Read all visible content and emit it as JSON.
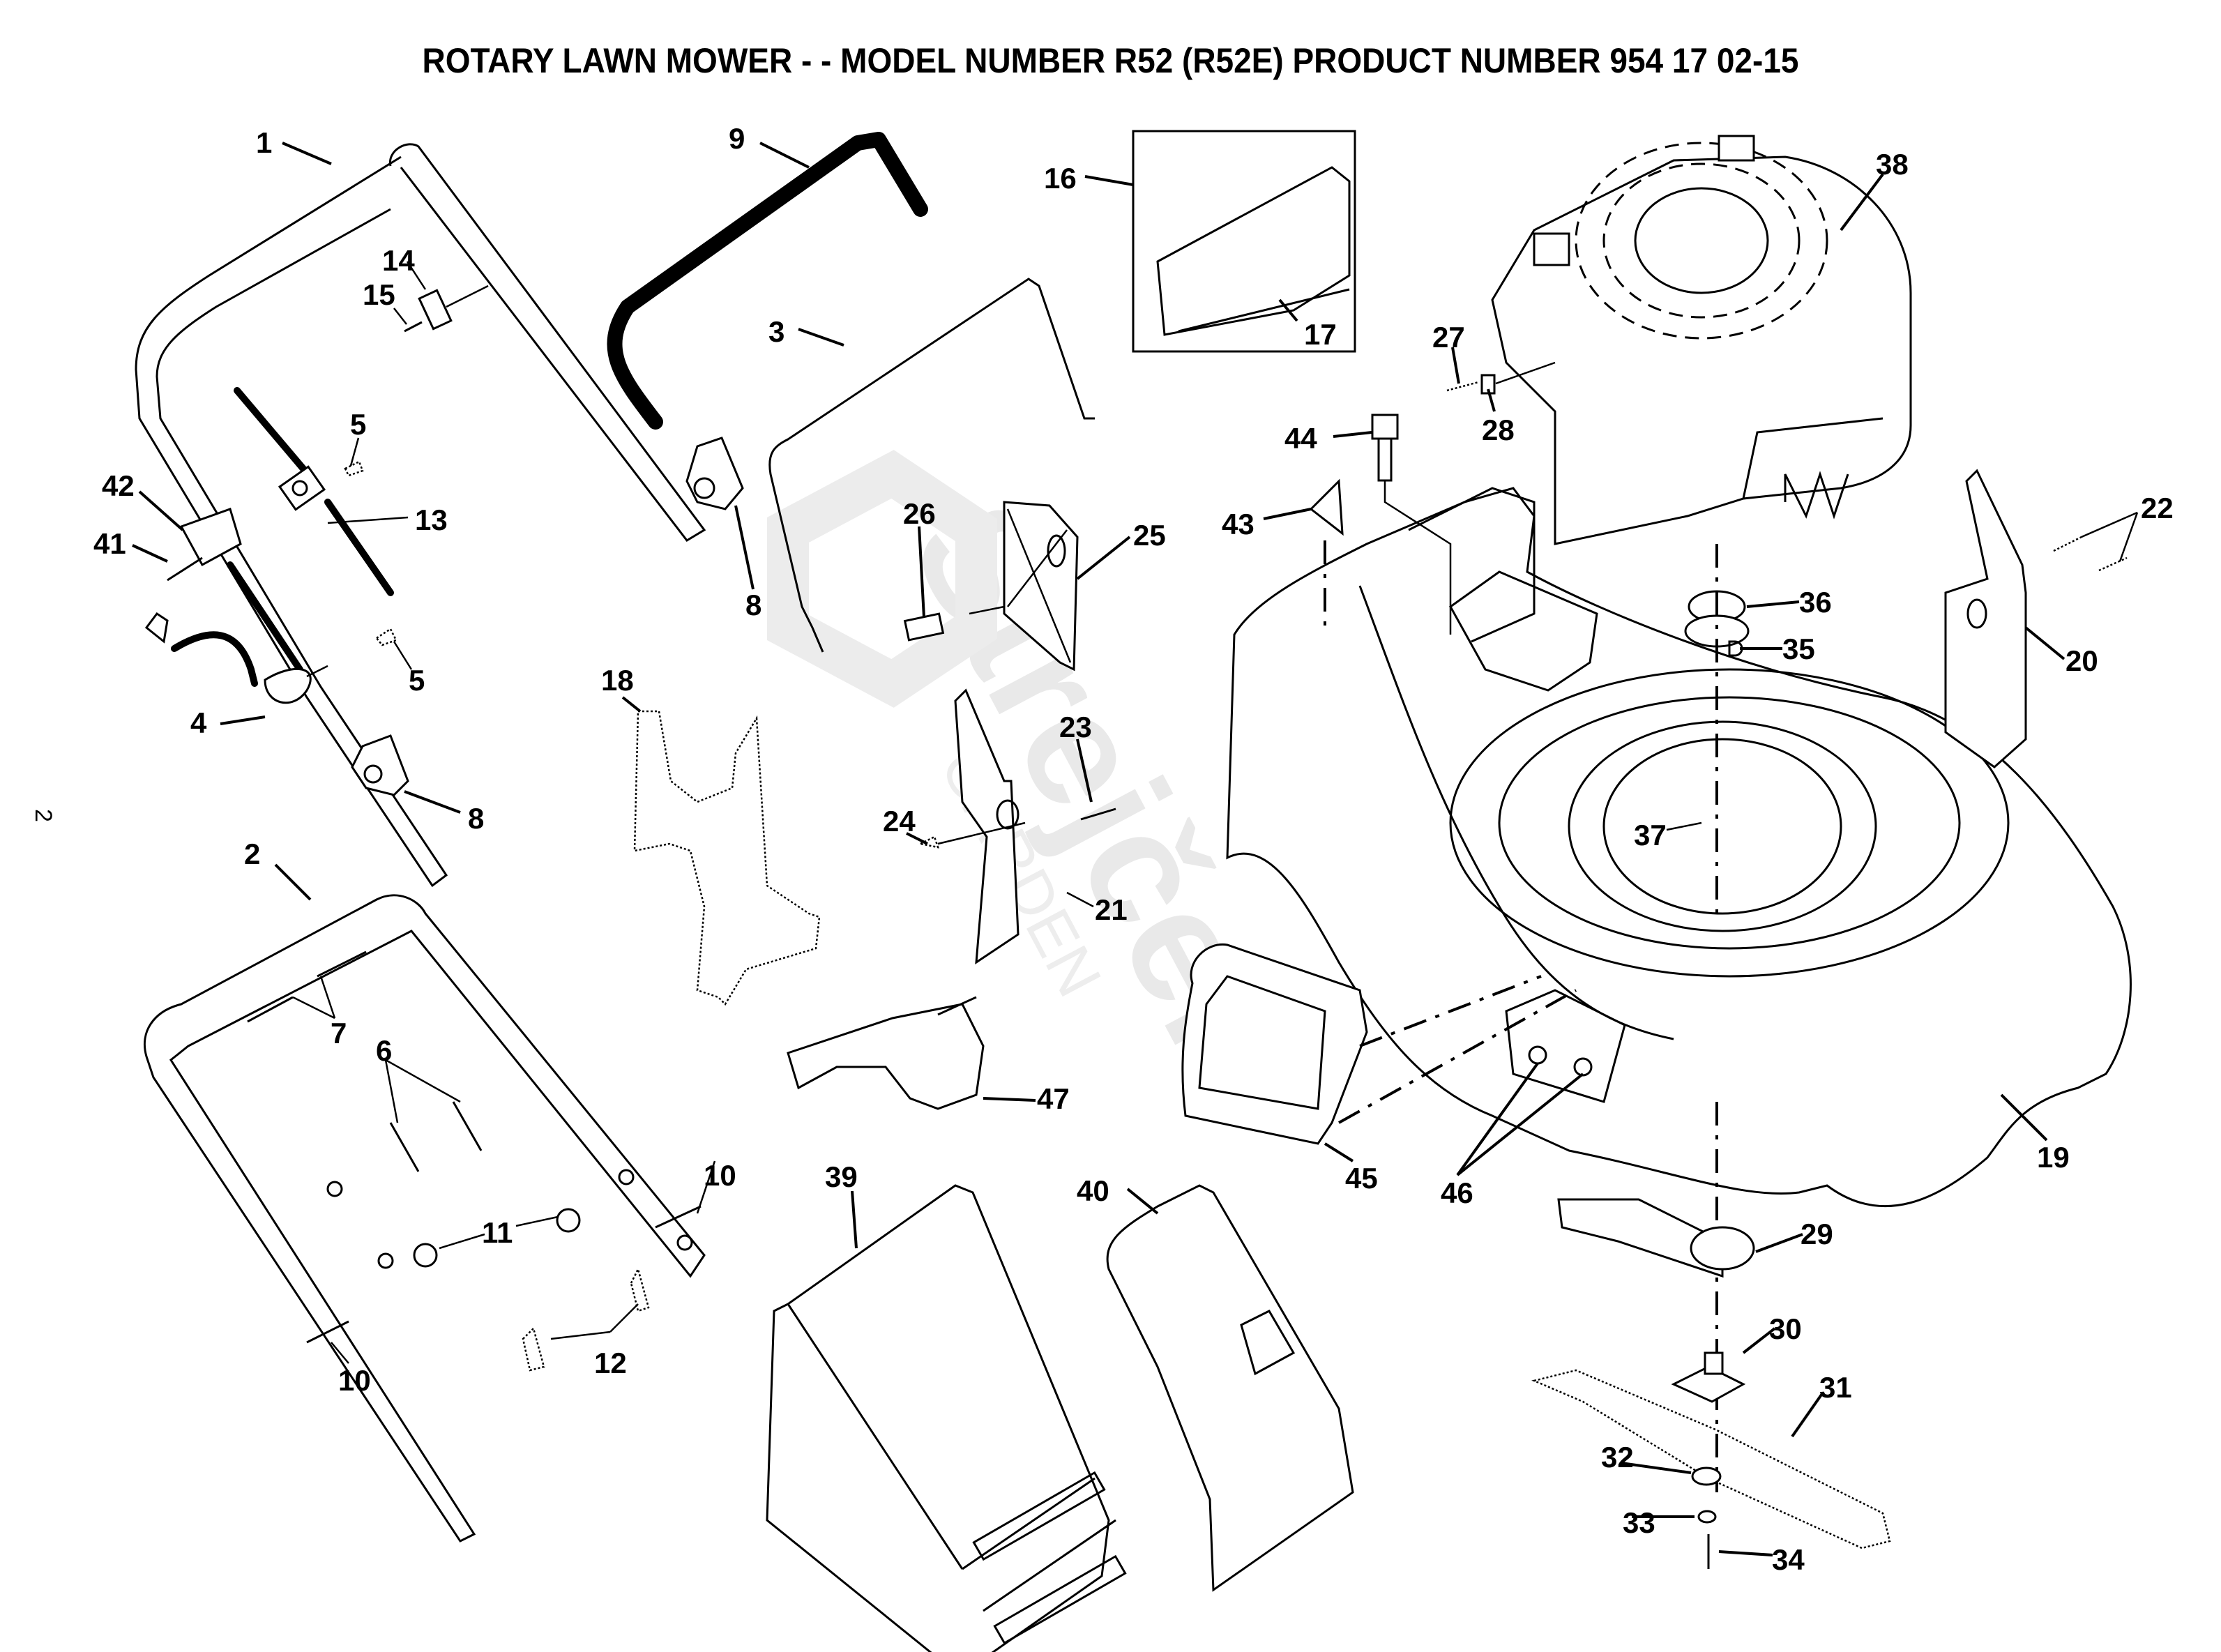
{
  "title": "ROTARY LAWN MOWER - - MODEL NUMBER R52 (R52E) PRODUCT NUMBER 954 17 02-15",
  "page_number": "2",
  "watermark": {
    "brand": "Strejček",
    "sub": "GARDEN"
  },
  "callouts": [
    {
      "id": "1",
      "part": "upper-handle"
    },
    {
      "id": "2",
      "part": "lower-handle"
    },
    {
      "id": "3",
      "part": "grass-catcher-rod"
    },
    {
      "id": "4",
      "part": "control-lever"
    },
    {
      "id": "5",
      "part": "cable-tie"
    },
    {
      "id": "5",
      "part": "cable-tie"
    },
    {
      "id": "6",
      "part": "bolt-pair"
    },
    {
      "id": "7",
      "part": "carriage-bolts"
    },
    {
      "id": "8",
      "part": "handle-knob"
    },
    {
      "id": "8",
      "part": "handle-knob"
    },
    {
      "id": "9",
      "part": "handle-grip"
    },
    {
      "id": "10",
      "part": "handle-bolt"
    },
    {
      "id": "10",
      "part": "handle-bolt"
    },
    {
      "id": "11",
      "part": "nut"
    },
    {
      "id": "12",
      "part": "handle-clip"
    },
    {
      "id": "13",
      "part": "throttle-cable"
    },
    {
      "id": "14",
      "part": "clamp"
    },
    {
      "id": "15",
      "part": "screw"
    },
    {
      "id": "16",
      "part": "rear-deflector-assembly"
    },
    {
      "id": "17",
      "part": "deflector-rod"
    },
    {
      "id": "18",
      "part": "mulch-plug"
    },
    {
      "id": "19",
      "part": "cutting-deck"
    },
    {
      "id": "20",
      "part": "height-adjuster-right"
    },
    {
      "id": "21",
      "part": "height-adjuster-left"
    },
    {
      "id": "22",
      "part": "adjuster-bolts"
    },
    {
      "id": "23",
      "part": "adjuster-bolt"
    },
    {
      "id": "24",
      "part": "spring-pin"
    },
    {
      "id": "25",
      "part": "bracket"
    },
    {
      "id": "26",
      "part": "bolt"
    },
    {
      "id": "27",
      "part": "screw"
    },
    {
      "id": "28",
      "part": "cable-clip"
    },
    {
      "id": "29",
      "part": "blade-adapter"
    },
    {
      "id": "30",
      "part": "blade-hub"
    },
    {
      "id": "31",
      "part": "blade"
    },
    {
      "id": "32",
      "part": "washer"
    },
    {
      "id": "33",
      "part": "lock-washer"
    },
    {
      "id": "34",
      "part": "blade-bolt"
    },
    {
      "id": "35",
      "part": "key"
    },
    {
      "id": "36",
      "part": "engine-pulley"
    },
    {
      "id": "37",
      "part": "engine-bolt"
    },
    {
      "id": "38",
      "part": "engine"
    },
    {
      "id": "39",
      "part": "grass-bag"
    },
    {
      "id": "40",
      "part": "grass-bag-frame"
    },
    {
      "id": "41",
      "part": "screw"
    },
    {
      "id": "42",
      "part": "cable-guide"
    },
    {
      "id": "43",
      "part": "label"
    },
    {
      "id": "44",
      "part": "bolt"
    },
    {
      "id": "45",
      "part": "side-discharge-chute"
    },
    {
      "id": "46",
      "part": "nuts"
    },
    {
      "id": "47",
      "part": "rear-flap"
    }
  ]
}
